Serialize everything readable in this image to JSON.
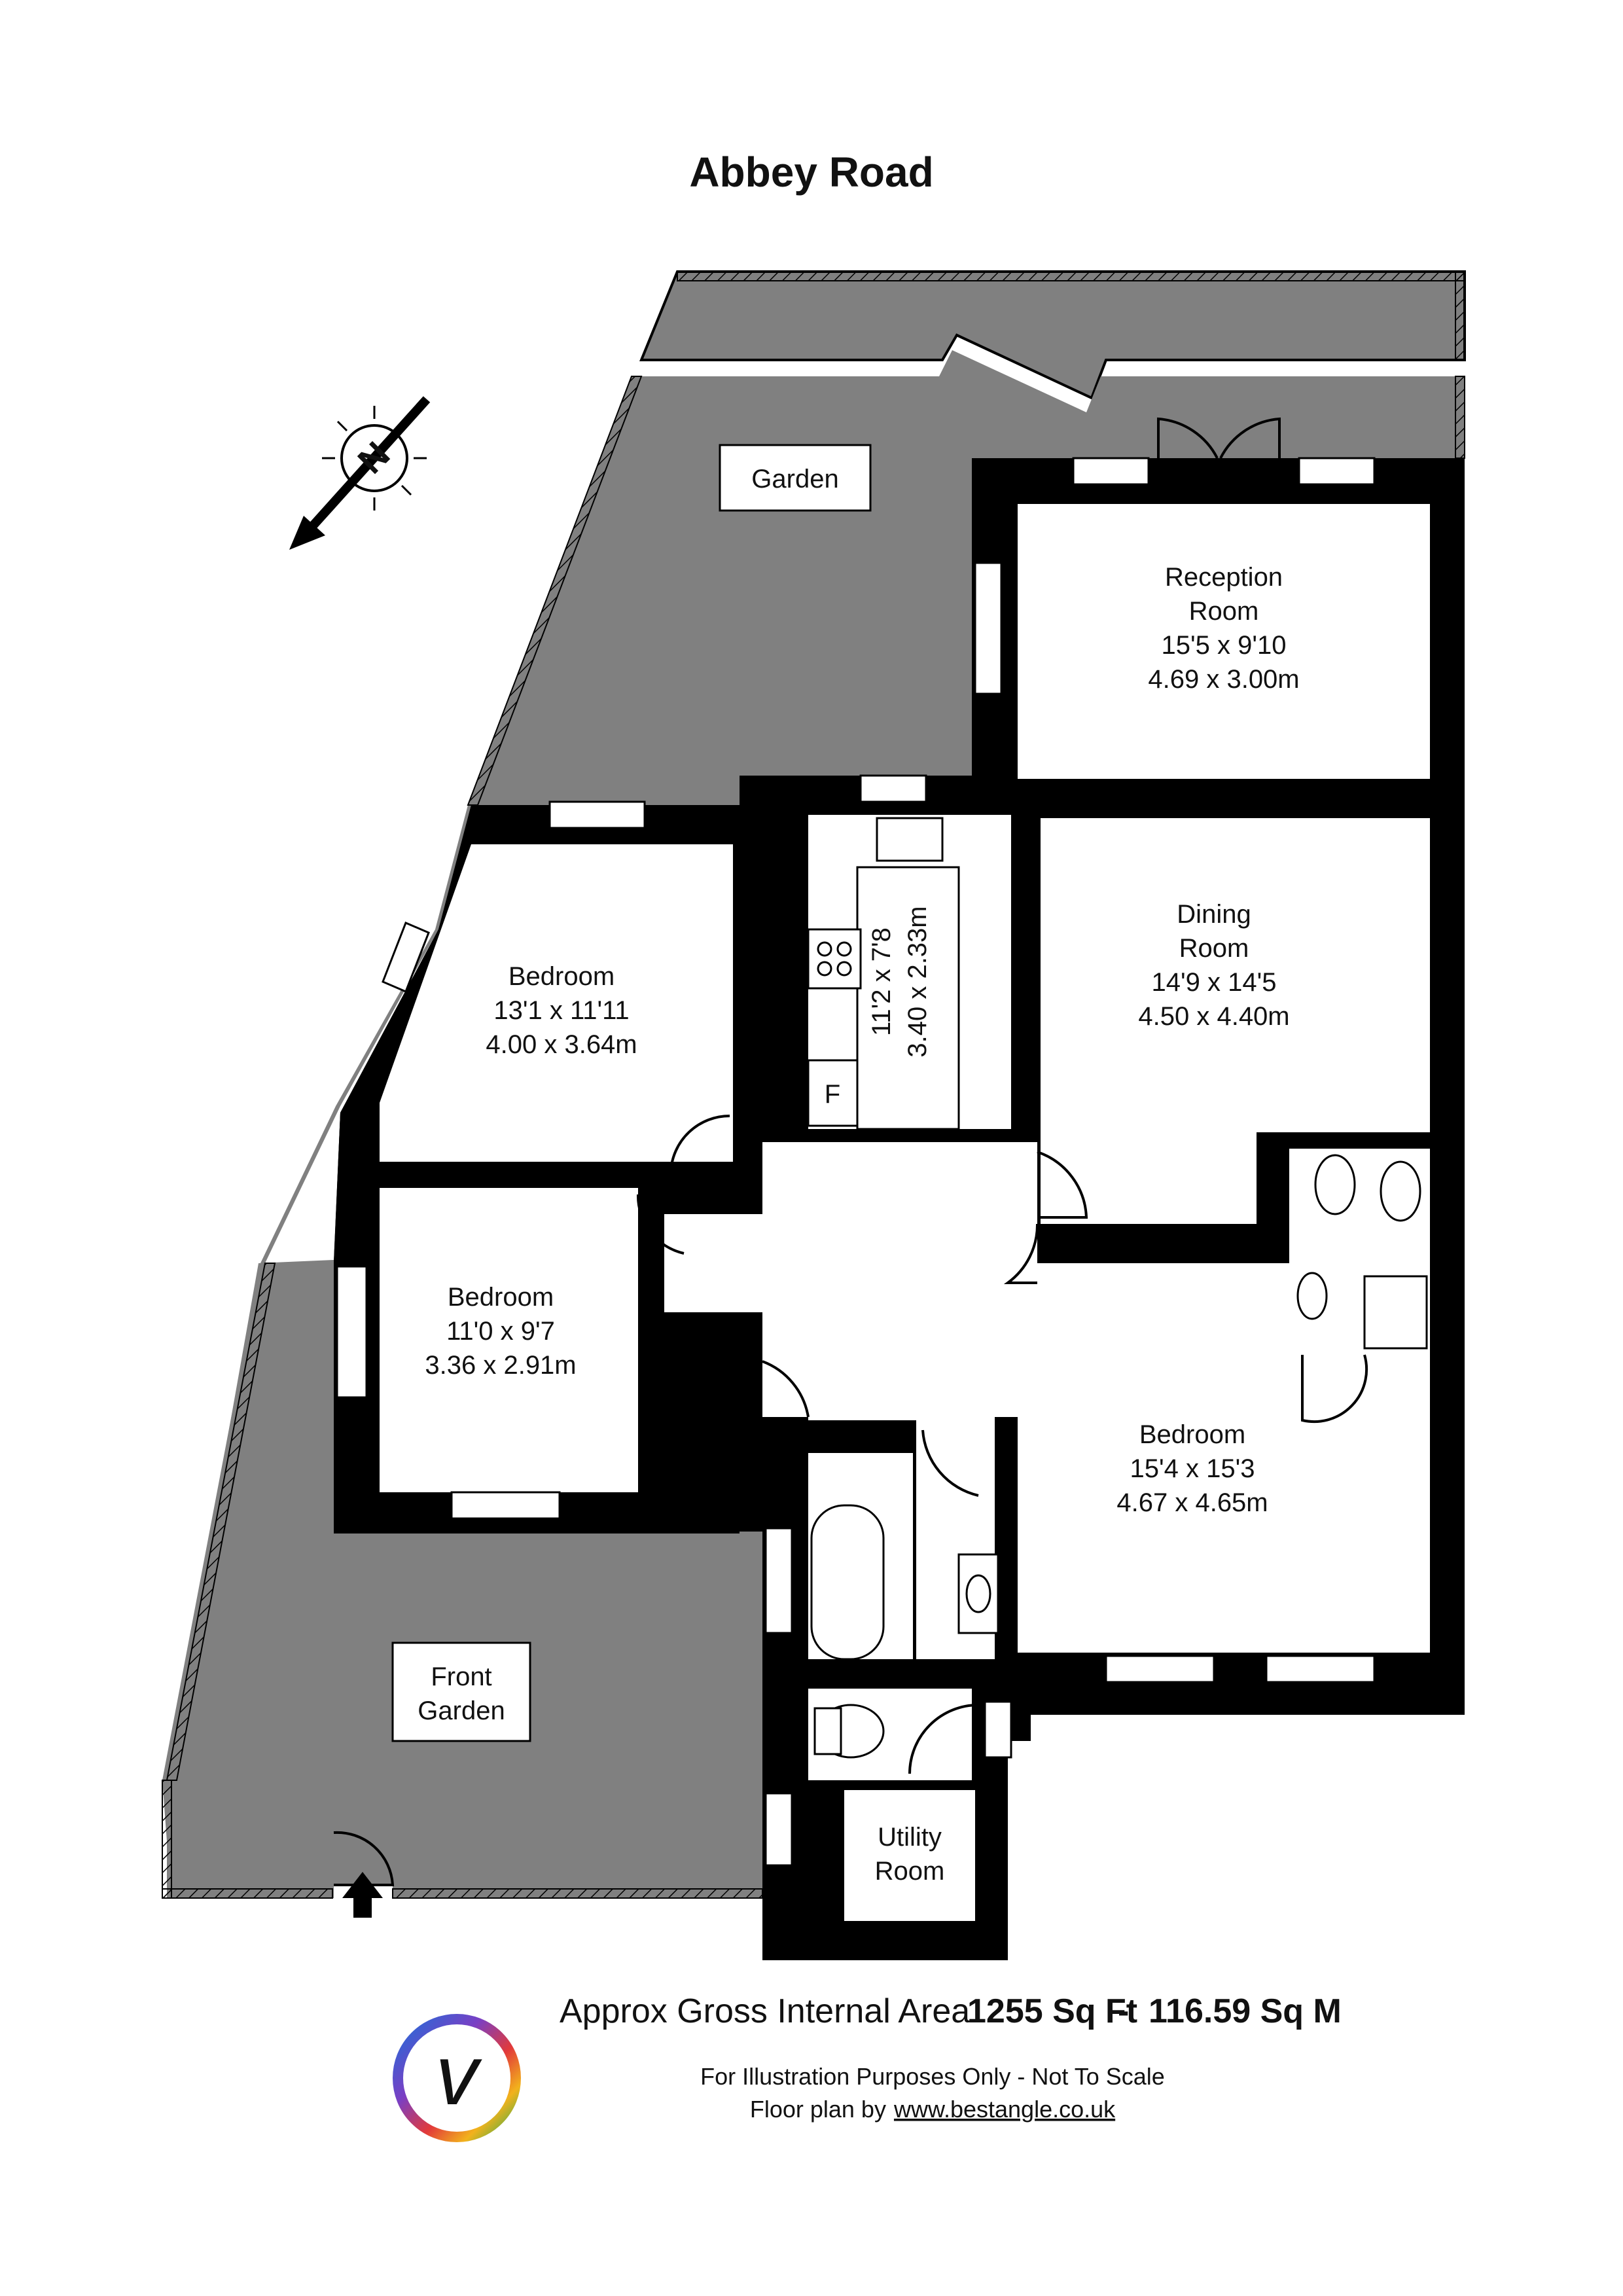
{
  "title": "Abbey Road",
  "compass_letter": "N",
  "rooms": {
    "garden": "Garden",
    "front_garden": [
      "Front",
      "Garden"
    ],
    "reception": {
      "name": [
        "Reception",
        "Room"
      ],
      "imperial": "15'5 x 9'10",
      "metric": "4.69 x 3.00m"
    },
    "dining": {
      "name": [
        "Dining",
        "Room"
      ],
      "imperial": "14'9 x 14'5",
      "metric": "4.50 x 4.40m"
    },
    "kitchen": {
      "imperial": "11'2 x 7'8",
      "metric": "3.40 x 2.33m",
      "fridge_label": "F"
    },
    "bedroom1": {
      "name": "Bedroom",
      "imperial": "13'1 x 11'11",
      "metric": "4.00 x 3.64m"
    },
    "bedroom2": {
      "name": "Bedroom",
      "imperial": "11'0 x 9'7",
      "metric": "3.36 x 2.91m"
    },
    "bedroom3": {
      "name": "Bedroom",
      "imperial": "15'4 x 15'3",
      "metric": "4.67 x 4.65m"
    },
    "utility": [
      "Utility",
      "Room"
    ]
  },
  "footer": {
    "area_label": "Approx Gross Internal Area",
    "area_sqft": "1255 Sq Ft",
    "separator": "-",
    "area_sqm": "116.59 Sq M",
    "disclaimer": "For Illustration Purposes Only - Not To Scale",
    "credit_prefix": "Floor plan by",
    "credit_link": "www.bestangle.co.uk",
    "logo_letter": "v"
  },
  "colors": {
    "wall": "#000000",
    "garden": "#808080",
    "window": "#ffffff"
  }
}
